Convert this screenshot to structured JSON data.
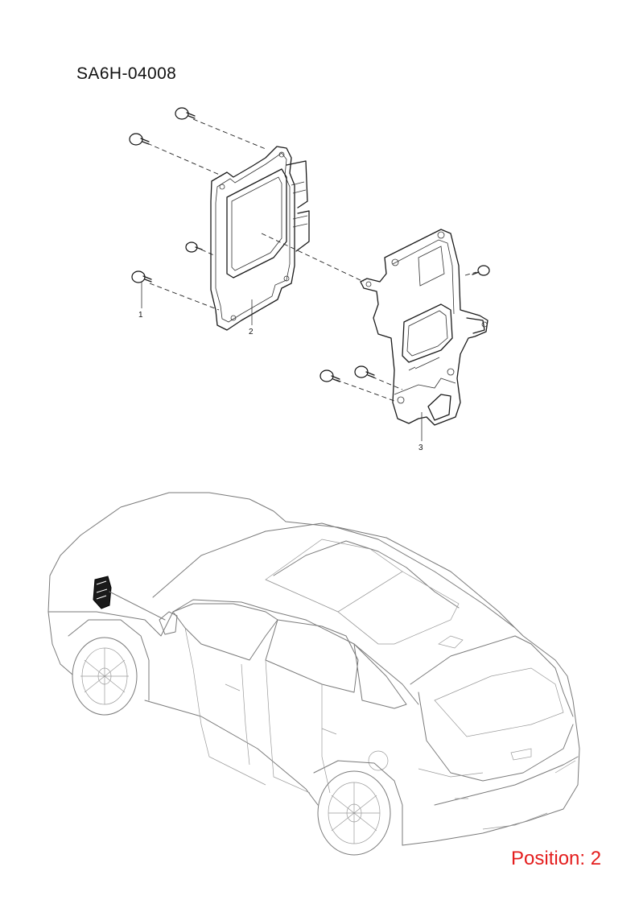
{
  "header": {
    "code": "SA6H-04008"
  },
  "callouts": [
    "1",
    "2",
    "3"
  ],
  "footer": {
    "position_label": "Position: 2",
    "position_color": "#e41e1e"
  },
  "icons": [
    "bolt-icon",
    "module-icon",
    "bracket-icon",
    "vehicle-icon"
  ]
}
